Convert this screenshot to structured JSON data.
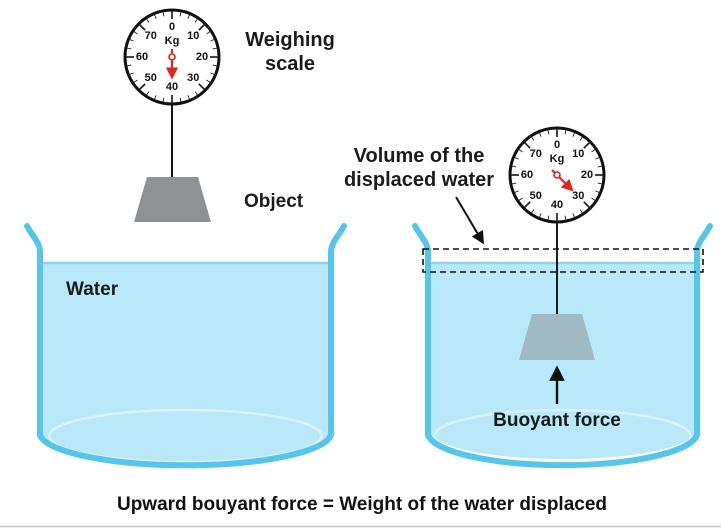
{
  "labels": {
    "weighing_scale_line1": "Weighing",
    "weighing_scale_line2": "scale",
    "object": "Object",
    "water": "Water",
    "volume_line1": "Volume of the",
    "volume_line2": "displaced water",
    "buoyant_force": "Buoyant force"
  },
  "caption": "Upward bouyant force = Weight of the water displaced",
  "dial": {
    "unit": "Kg",
    "numbers": [
      "0",
      "10",
      "20",
      "30",
      "40",
      "50",
      "60",
      "70"
    ],
    "left_scale_reading": "40",
    "right_scale_reading": "30"
  },
  "colors": {
    "water": "#b9e9f8",
    "water_edge": "#86d6f0",
    "beaker_outline": "#55c6e9",
    "object_air": "#8f9294",
    "object_submerged": "#9fbac3",
    "needle": "#e42320",
    "ink": "#111111"
  }
}
